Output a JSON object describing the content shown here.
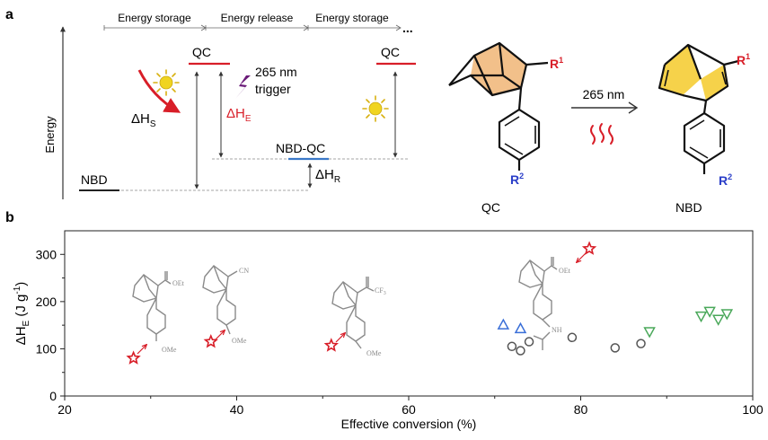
{
  "panel_a": {
    "label": "a",
    "energy_axis": "Energy",
    "phases": [
      "Energy storage",
      "Energy release",
      "Energy storage"
    ],
    "ellipsis": "...",
    "states": {
      "nbd": "NBD",
      "qc_1": "QC",
      "qc_2": "QC",
      "nbd_qc": "NBD-QC"
    },
    "trigger_line1": "265 nm",
    "trigger_line2": "trigger",
    "delta_hs": {
      "main": "ΔH",
      "sub": "S"
    },
    "delta_he": {
      "main": "ΔH",
      "sub": "E"
    },
    "delta_hr": {
      "main": "ΔH",
      "sub": "R"
    },
    "scheme": {
      "qc_label": "QC",
      "nbd_label": "NBD",
      "arrow_label": "265 nm",
      "r1": {
        "main": "R",
        "sup": "1"
      },
      "r2": {
        "main": "R",
        "sup": "2"
      }
    }
  },
  "panel_b": {
    "label": "b",
    "structure_labels": {
      "oet_1": "OEt",
      "ome_1": "OMe",
      "cn": "CN",
      "ome_2": "OMe",
      "cf3": "CF",
      "cf3_sub": "3",
      "ome_3": "OMe",
      "oet_4": "OEt",
      "nh": "NH"
    }
  },
  "colors": {
    "red_star": "#d81e28",
    "blue_triangle": "#3a6fd8",
    "gray_circle": "#555555",
    "green_triangle": "#4aa85a",
    "qc_level": "#d81e28",
    "nbdqc_level": "#3a78c8",
    "orange_fill": "#f2c08a",
    "yellow_fill": "#f6d24a",
    "purple": "#6a1a78",
    "sun": "#f0d420",
    "wavy": "#d81e28",
    "r1": "#d81e28",
    "r2": "#2a3ec8"
  },
  "chart_data": {
    "type": "scatter",
    "xlabel": "Effective conversion (%)",
    "ylabel": {
      "main": "ΔH",
      "sub": "E",
      "rest": " (J g",
      "sup": "-1",
      "end": ")"
    },
    "xlim": [
      20,
      100
    ],
    "ylim": [
      0,
      350
    ],
    "xticks": [
      20,
      40,
      60,
      80,
      100
    ],
    "yticks": [
      0,
      100,
      200,
      300
    ],
    "grid": false,
    "series": [
      {
        "marker": "star",
        "color": "#d81e28",
        "points": [
          [
            28,
            80
          ],
          [
            37,
            115
          ],
          [
            51,
            107
          ],
          [
            81,
            312
          ]
        ]
      },
      {
        "marker": "triangle-up",
        "color": "#3a6fd8",
        "points": [
          [
            71,
            150
          ],
          [
            73,
            142
          ]
        ]
      },
      {
        "marker": "circle",
        "color": "#555555",
        "points": [
          [
            72,
            105
          ],
          [
            73,
            96
          ],
          [
            74,
            115
          ],
          [
            79,
            124
          ],
          [
            84,
            102
          ],
          [
            87,
            111
          ]
        ]
      },
      {
        "marker": "triangle-down",
        "color": "#4aa85a",
        "points": [
          [
            88,
            137
          ],
          [
            94,
            170
          ],
          [
            95,
            180
          ],
          [
            96,
            163
          ],
          [
            97,
            175
          ]
        ]
      }
    ]
  }
}
